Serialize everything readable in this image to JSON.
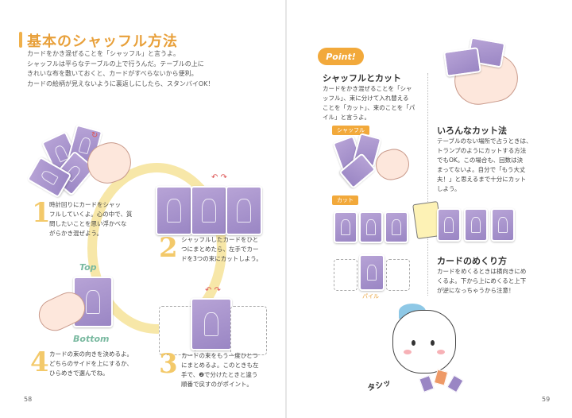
{
  "left": {
    "title": "基本のシャッフル方法",
    "intro": [
      "カードをかき混ぜることを「シャッフル」と言うよ。",
      "シャッフルは平らなテーブルの上で行うんだ。テーブルの上に",
      "きれいな布を敷いておくと、カードがすべらないから便利。",
      "カードの絵柄が見えないように裏返しにしたら、スタンバイOK！"
    ],
    "steps": [
      {
        "num": "1",
        "lines": [
          "時計回りにカードをシャッ",
          "フルしていくよ。心の中で、質",
          "問したいことを思い浮かべな",
          "がらかき混ぜよう。"
        ]
      },
      {
        "num": "2",
        "lines": [
          "シャッフルしたカードをひと",
          "つにまとめたら、左手でカー",
          "ドを3つの束にカットしよう。"
        ]
      },
      {
        "num": "3",
        "lines": [
          "カードの束をもう一度ひとつ",
          "にまとめるよ。このときも左",
          "手で、❷で分けたときと違う",
          "順番で戻すのがポイント。"
        ]
      },
      {
        "num": "4",
        "lines": [
          "カードの束の向きを決めるよ。",
          "どちらのサイドを上にするか、",
          "ひらめきで選んでね。"
        ]
      }
    ],
    "top_label": "Top",
    "bottom_label": "Bottom",
    "page_number": "58"
  },
  "right": {
    "point_badge": "Point!",
    "shuffle_cut": {
      "heading": "シャッフルとカット",
      "lines": [
        "カードをかき混ぜることを「シャ",
        "ッフル」、束に分けて入れ替える",
        "ことを「カット」、束のことを「パ",
        "イル」と言うよ。"
      ],
      "tag_shuffle": "シャッフル",
      "tag_cut": "カット",
      "pile_label": "パイル"
    },
    "various_cuts": {
      "heading": "いろんなカット法",
      "lines": [
        "テーブルのない場所で占うときは、",
        "トランプのようにカットする方法",
        "でもOK。この場合も、回数は決",
        "まってないよ。自分で「もう大丈",
        "夫！」と思えるまで十分にカット",
        "しよう。"
      ]
    },
    "flip": {
      "heading": "カードのめくり方",
      "lines": [
        "カードをめくるときは横向きにめ",
        "くるよ。下から上にめくると上下",
        "が逆になっちゃうから注意！"
      ]
    },
    "sfx": "タシッ",
    "page_number": "59"
  },
  "colors": {
    "accent": "#e8a03a",
    "card": "#a591cc",
    "ring": "#f7e7a8",
    "mint": "#79b9a0"
  }
}
